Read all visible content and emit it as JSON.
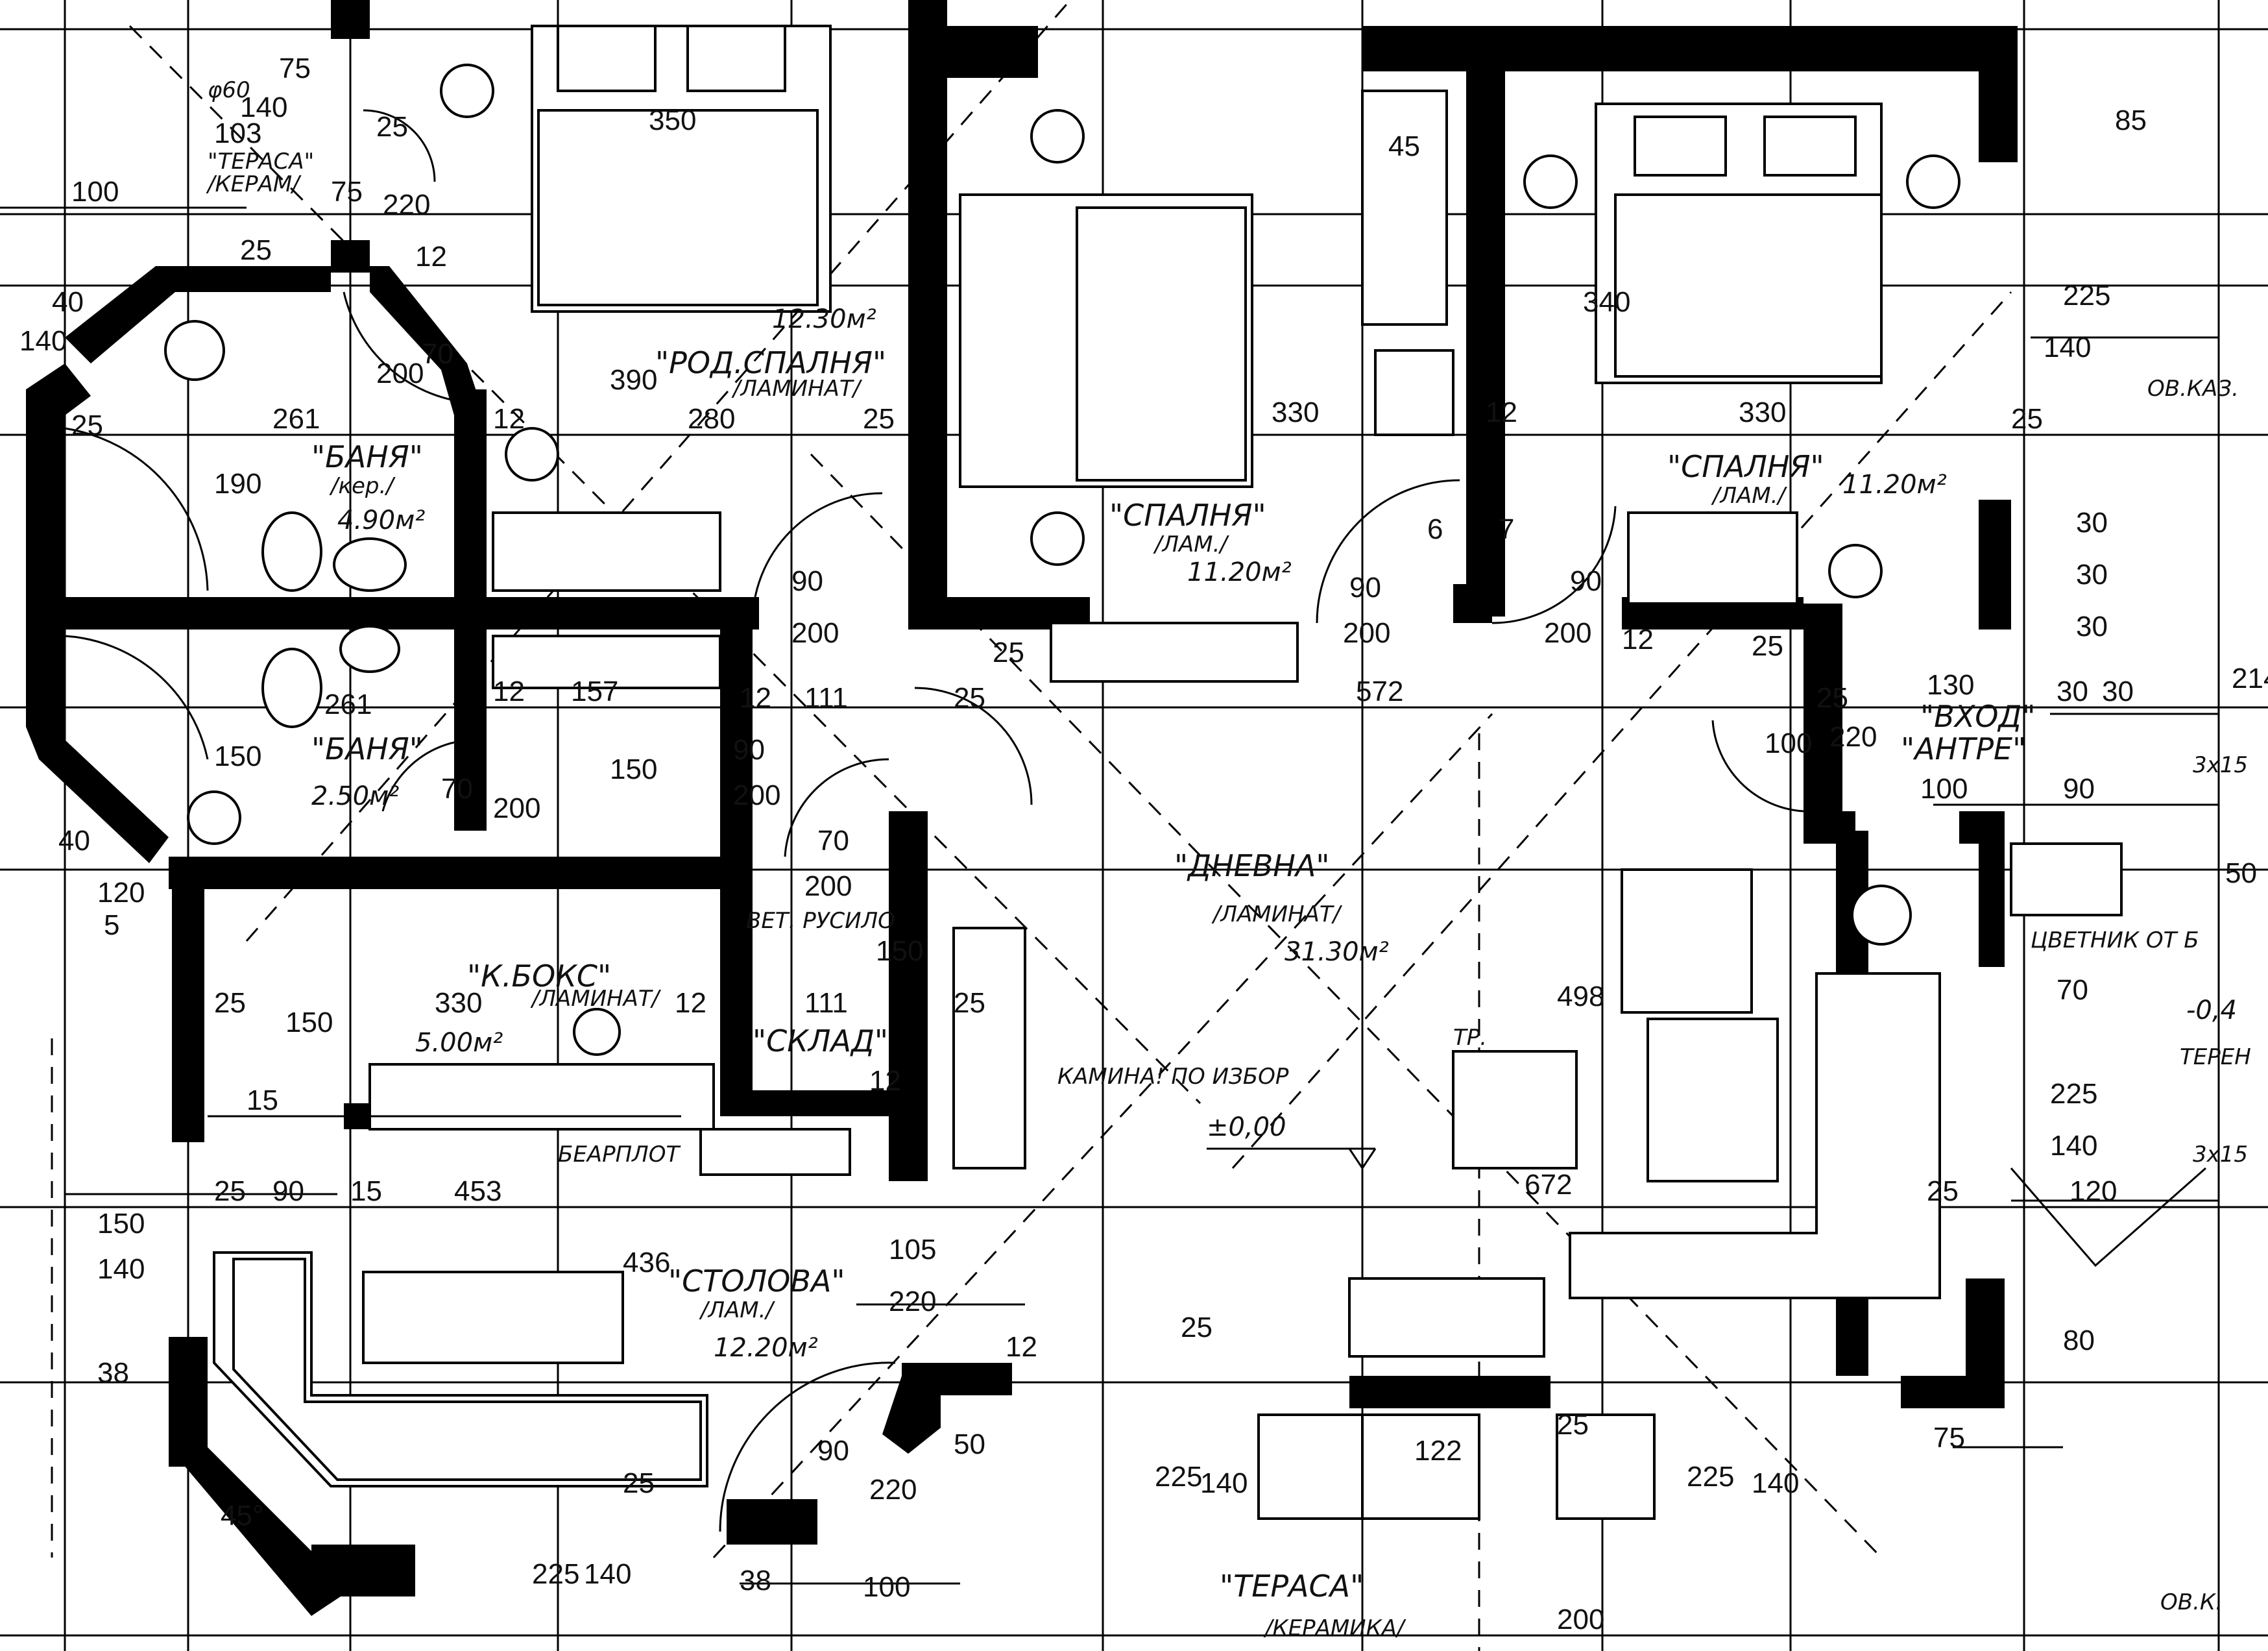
{
  "rooms": {
    "bedroom_parents": {
      "name": "\"РОД.СПАЛНЯ\"",
      "finish": "/ЛАМИНАТ/",
      "area": "12.30м²"
    },
    "bedroom_middle": {
      "name": "\"СПАЛНЯ\"",
      "finish": "/ЛАМ./",
      "area": "11.20м²"
    },
    "bedroom_right": {
      "name": "\"СПАЛНЯ\"",
      "finish": "/ЛАМ./",
      "area": "11.20м²"
    },
    "bath1": {
      "name": "\"БАНЯ\"",
      "finish": "/кер./",
      "area": "4.90м²"
    },
    "bath2": {
      "name": "\"БАНЯ\"",
      "area": "2.50м²"
    },
    "kitchen": {
      "name": "\"К.БОКС\"",
      "finish": "/ЛАМИНАТ/",
      "area": "5.00м²"
    },
    "storage": {
      "name": "\"СКЛАД\"",
      "note": "ВЕТ. РУСИЛО"
    },
    "living": {
      "name": "\"ДНЕВНА\"",
      "finish": "/ЛАМИНАТ/",
      "area": "31.30м²"
    },
    "dining": {
      "name": "\"СТОЛОВА\"",
      "finish": "/ЛАМ./",
      "area": "12.20м²"
    },
    "entry": {
      "name": "\"ВХОД\"",
      "sub": "\"АНТРЕ\""
    },
    "terrace_small": {
      "name": "\"ТЕРАСА\"",
      "finish": "/КЕРАМ/"
    },
    "terrace_main": {
      "name": "\"ТЕРАСА\"",
      "finish": "/КЕРАМИКА/"
    }
  },
  "notes": {
    "fireplace": "КАМИНА! ПО ИЗБОР",
    "flower_box": "ЦВЕТНИК ОТ Б",
    "level": "±0,00",
    "bar": "БЕАРПЛОТ",
    "shaft": "ОВ.КАЗ.",
    "ok": "ОВ.К.",
    "stair": "3x15",
    "stair2": "3x15",
    "zero": "-0,4",
    "terrace_word": "ТЕРЕН",
    "phi": "φ60",
    "tr": "ТР."
  },
  "dims": {
    "d75a": "75",
    "d140a": "140",
    "d103": "103",
    "d100a": "100",
    "d25a": "25",
    "d220a": "220",
    "d75b": "75",
    "d25b": "25",
    "d12a": "12",
    "d350": "350",
    "d390": "390",
    "d280": "280",
    "d25c": "25",
    "d70a": "70",
    "d200a": "200",
    "d40a": "40",
    "d140b": "140",
    "d261a": "261",
    "d190": "190",
    "d12b": "12",
    "d25d": "25",
    "d261b": "261",
    "d150a": "150",
    "d12c": "12",
    "d157": "157",
    "d150b": "150",
    "d12d": "12",
    "d111a": "111",
    "d90a": "90",
    "d200b": "200",
    "d90b": "90",
    "d200c": "200",
    "d25e": "25",
    "d70b": "70",
    "d200d": "200",
    "d70c": "70",
    "d200e": "200",
    "d40b": "40",
    "d120a": "120",
    "d5": "5",
    "d25f": "25",
    "d150c": "150",
    "d330a": "330",
    "d12e": "12",
    "d111b": "111",
    "d150d": "150",
    "d12f": "12",
    "d25g": "25",
    "d15a": "15",
    "d25h": "25",
    "d90c": "90",
    "d15b": "15",
    "d453": "453",
    "d150e": "150",
    "d140c": "140",
    "d436": "436",
    "d105": "105",
    "d220b": "220",
    "d38a": "38",
    "d45": "45°",
    "d25i": "25",
    "d90d": "90",
    "d220c": "220",
    "d12g": "12",
    "d50a": "50",
    "d38b": "38",
    "d100b": "100",
    "d225a": "225",
    "d140d": "140",
    "d330b": "330",
    "d90e": "90",
    "d200f": "200",
    "d572": "572",
    "d25j": "25",
    "d6": "6",
    "d7": "7",
    "d12h": "12",
    "d340": "340",
    "d330c": "330",
    "d90f": "90",
    "d200g": "200",
    "d12i": "12",
    "d25k": "25",
    "d45b": "45",
    "d85": "85",
    "d225b": "225",
    "d140e": "140",
    "d25l": "25",
    "d30a": "30",
    "d30b": "30",
    "d30c": "30",
    "d214": "214",
    "d25m": "25",
    "d130": "130",
    "d30d": "30",
    "d30e": "30",
    "d100c": "100",
    "d220d": "220",
    "d100d": "100",
    "d90g": "90",
    "d50b": "50",
    "d70d": "70",
    "d498": "498",
    "d672": "672",
    "d225c": "225",
    "d140f": "140",
    "d120b": "120",
    "d25n": "25",
    "d80": "80",
    "d75c": "75",
    "d122": "122",
    "d25o": "25",
    "d225d": "225",
    "d140g": "140",
    "d225e": "225",
    "d140h": "140",
    "d200h": "200",
    "d25p": "25"
  }
}
